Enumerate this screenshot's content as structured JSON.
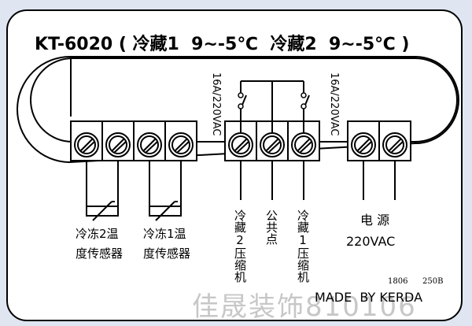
{
  "title": "KT-6020 ( 冷藏1  9~-5℃  冷藏2  9~-5℃ )",
  "relay_left_rating": "16A/220VAC",
  "relay_right_rating": "16A/220VAC",
  "sensor2_label_line1": "冷冻2温",
  "sensor2_label_line2": "度传感器",
  "sensor1_label_line1": "冷冻1温",
  "sensor1_label_line2": "度传感器",
  "compressor2_label": "冷藏2压缩机",
  "common_label": "公共点",
  "compressor1_label": "冷藏1压缩机",
  "power_label_line1": "电 源",
  "power_label_line2": "220VAC",
  "version_code_1": "1806",
  "version_code_2": "250B",
  "maker": "MADE  BY KERDA",
  "watermark": "佳晟装饰810106",
  "colors": {
    "background": "#dfe6f2",
    "card": "#ffffff",
    "line": "#000000",
    "watermark": "#c7c7c7"
  }
}
